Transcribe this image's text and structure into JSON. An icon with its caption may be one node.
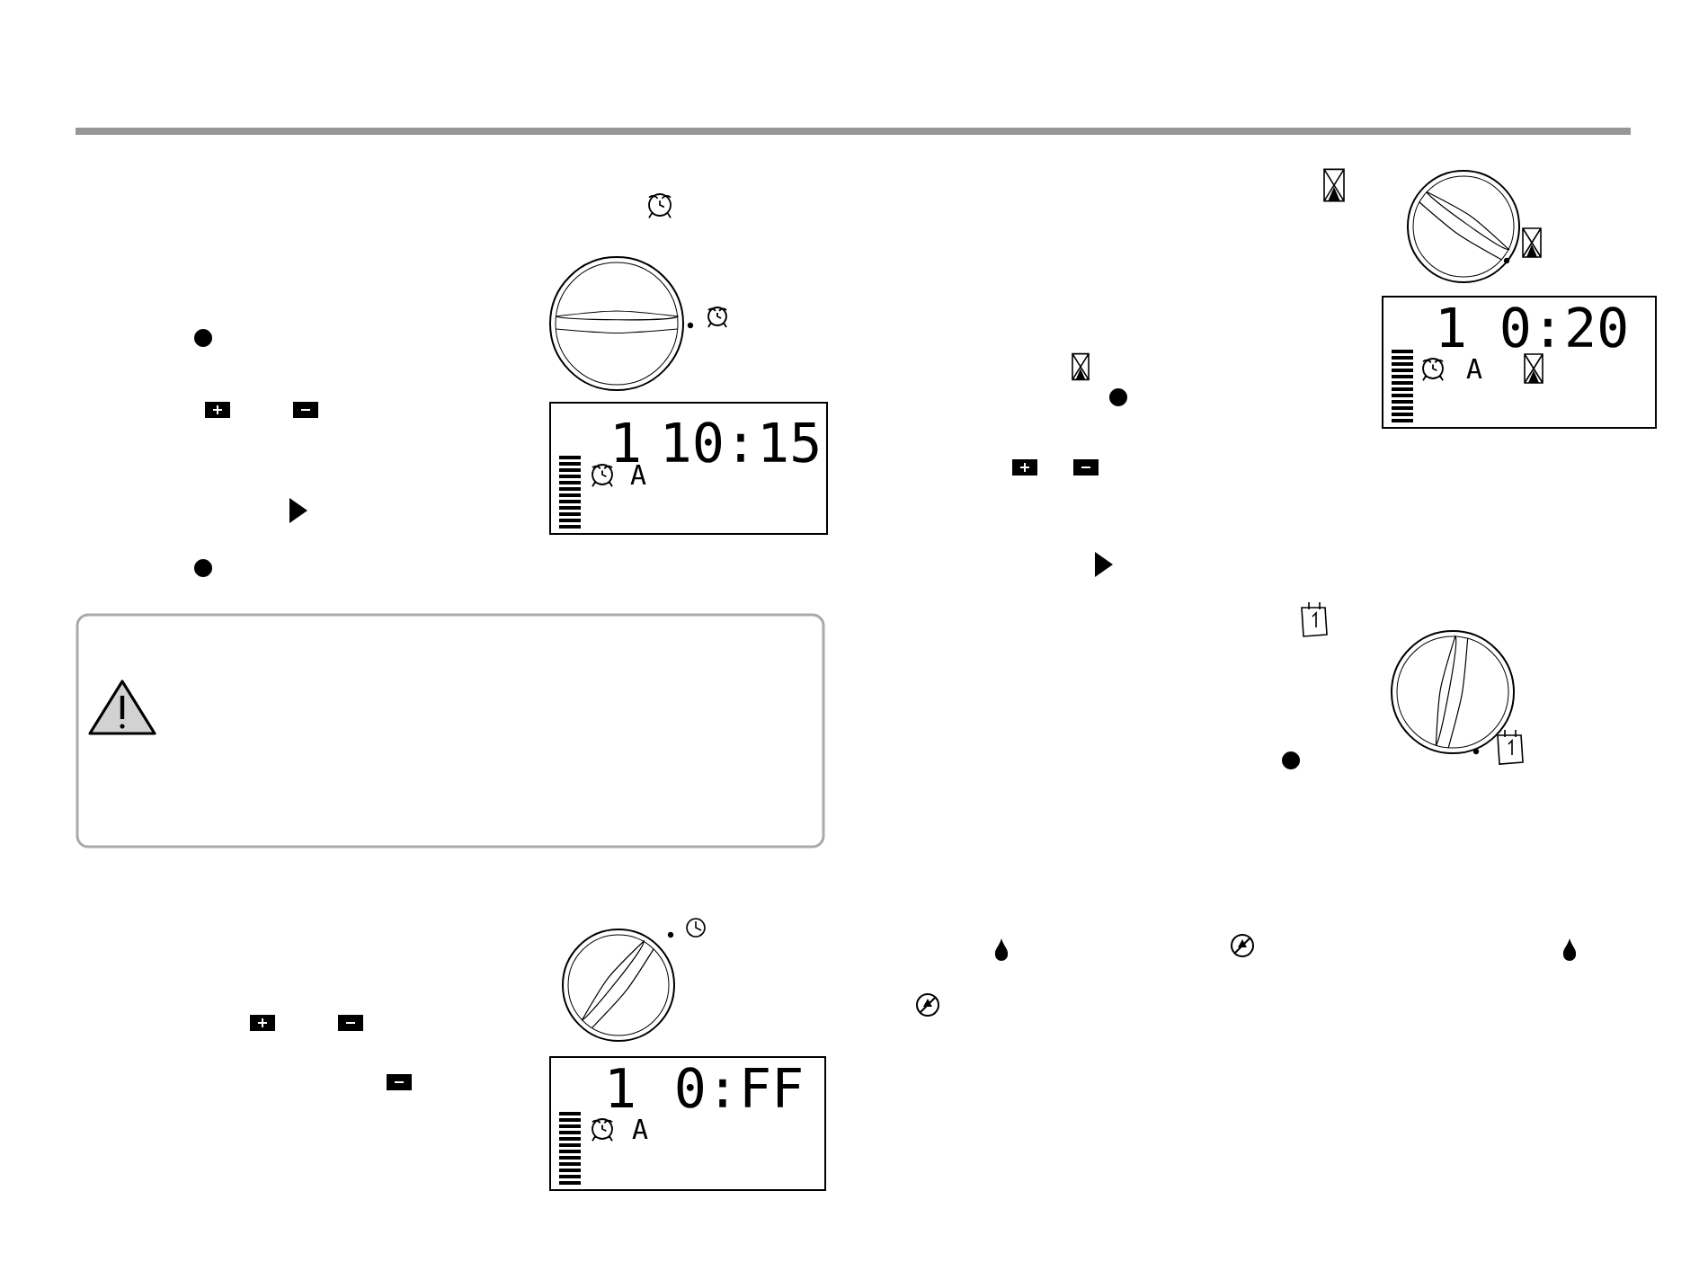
{
  "diagram": {
    "nodes": [
      {
        "text": [
          "1",
          "10:15",
          "A"
        ]
      },
      {
        "text": [
          "1",
          "0:20",
          "A"
        ]
      },
      {
        "text": [
          "1",
          "0:FF",
          "A"
        ]
      }
    ]
  }
}
